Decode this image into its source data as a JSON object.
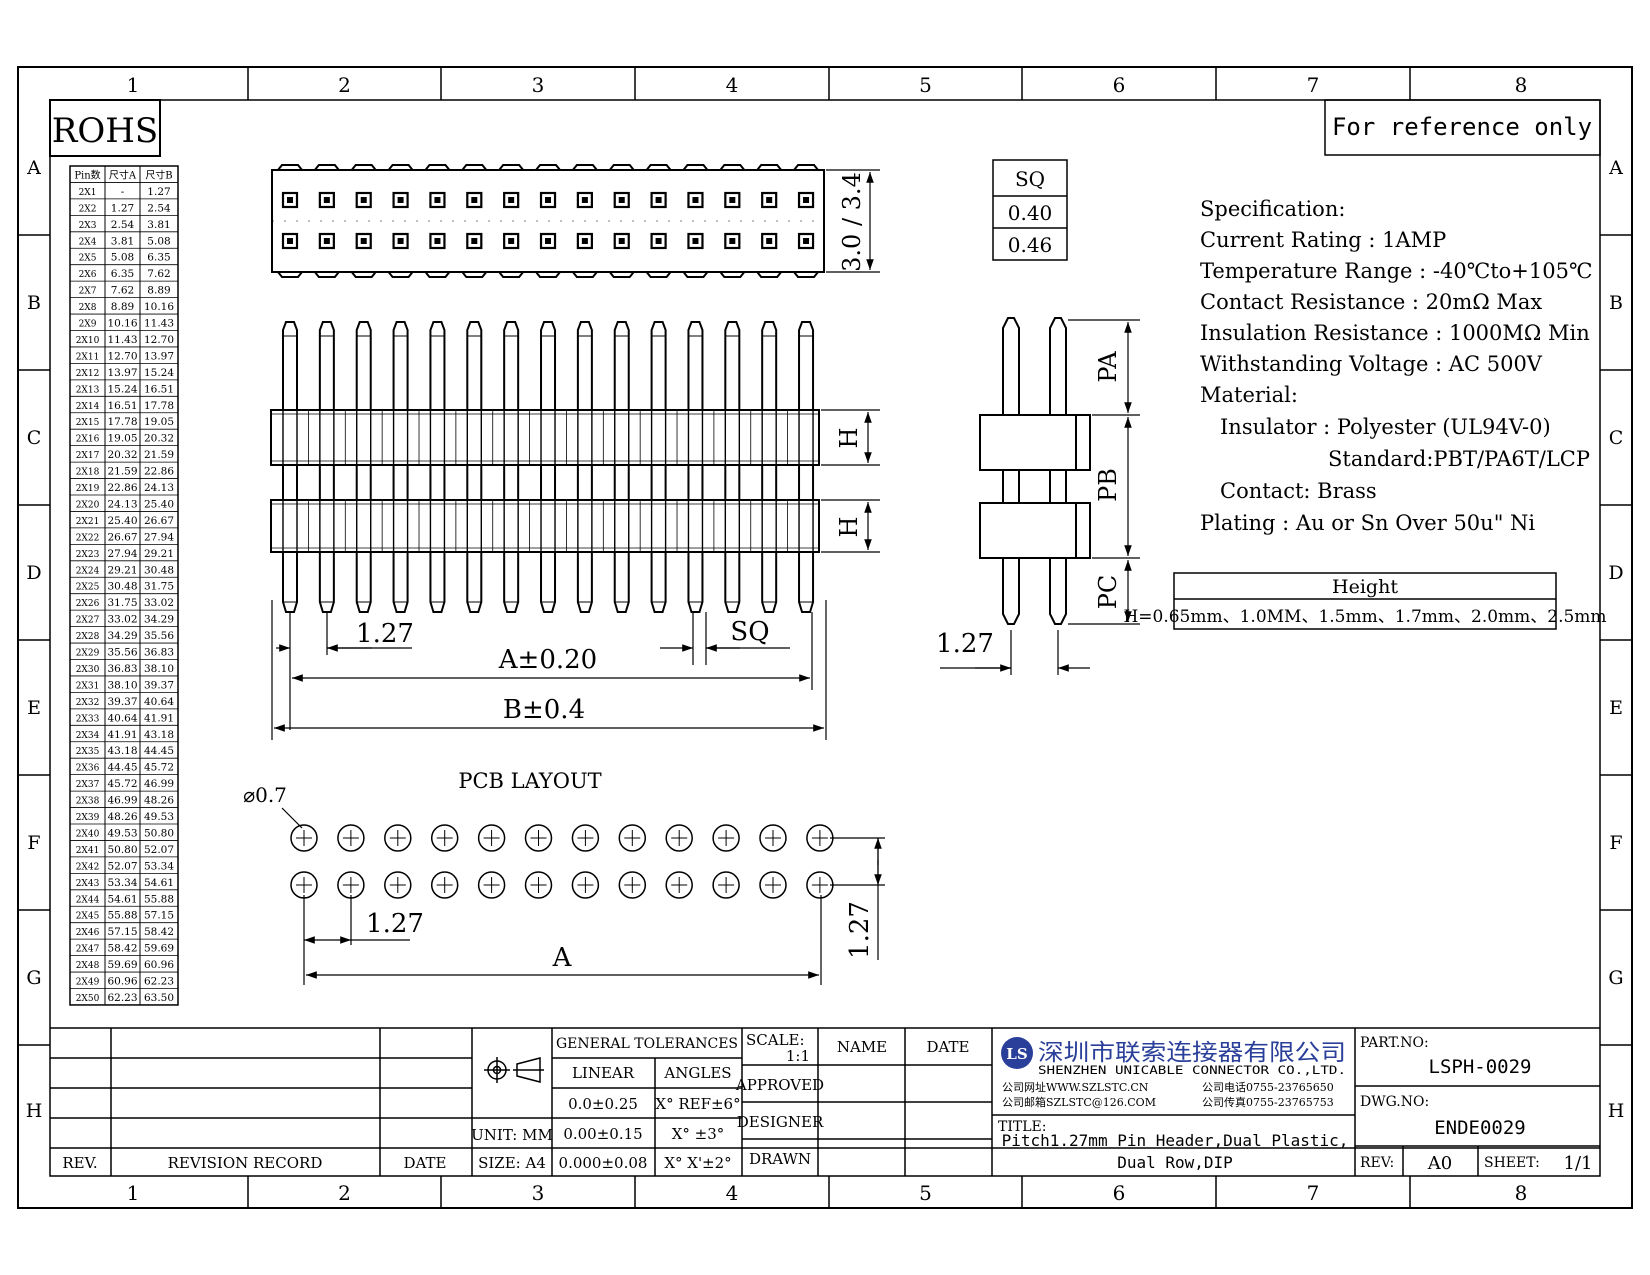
{
  "frame": {
    "columns": [
      "1",
      "2",
      "3",
      "4",
      "5",
      "6",
      "7",
      "8"
    ],
    "rows": [
      "A",
      "B",
      "C",
      "D",
      "E",
      "F",
      "G",
      "H"
    ]
  },
  "rohs": "ROHS",
  "reference_note": "For reference only",
  "pin_table": {
    "headers": [
      "Pin数",
      "尺寸A",
      "尺寸B"
    ],
    "rows": [
      [
        "2X1",
        "-",
        "1.27"
      ],
      [
        "2X2",
        "1.27",
        "2.54"
      ],
      [
        "2X3",
        "2.54",
        "3.81"
      ],
      [
        "2X4",
        "3.81",
        "5.08"
      ],
      [
        "2X5",
        "5.08",
        "6.35"
      ],
      [
        "2X6",
        "6.35",
        "7.62"
      ],
      [
        "2X7",
        "7.62",
        "8.89"
      ],
      [
        "2X8",
        "8.89",
        "10.16"
      ],
      [
        "2X9",
        "10.16",
        "11.43"
      ],
      [
        "2X10",
        "11.43",
        "12.70"
      ],
      [
        "2X11",
        "12.70",
        "13.97"
      ],
      [
        "2X12",
        "13.97",
        "15.24"
      ],
      [
        "2X13",
        "15.24",
        "16.51"
      ],
      [
        "2X14",
        "16.51",
        "17.78"
      ],
      [
        "2X15",
        "17.78",
        "19.05"
      ],
      [
        "2X16",
        "19.05",
        "20.32"
      ],
      [
        "2X17",
        "20.32",
        "21.59"
      ],
      [
        "2X18",
        "21.59",
        "22.86"
      ],
      [
        "2X19",
        "22.86",
        "24.13"
      ],
      [
        "2X20",
        "24.13",
        "25.40"
      ],
      [
        "2X21",
        "25.40",
        "26.67"
      ],
      [
        "2X22",
        "26.67",
        "27.94"
      ],
      [
        "2X23",
        "27.94",
        "29.21"
      ],
      [
        "2X24",
        "29.21",
        "30.48"
      ],
      [
        "2X25",
        "30.48",
        "31.75"
      ],
      [
        "2X26",
        "31.75",
        "33.02"
      ],
      [
        "2X27",
        "33.02",
        "34.29"
      ],
      [
        "2X28",
        "34.29",
        "35.56"
      ],
      [
        "2X29",
        "35.56",
        "36.83"
      ],
      [
        "2X30",
        "36.83",
        "38.10"
      ],
      [
        "2X31",
        "38.10",
        "39.37"
      ],
      [
        "2X32",
        "39.37",
        "40.64"
      ],
      [
        "2X33",
        "40.64",
        "41.91"
      ],
      [
        "2X34",
        "41.91",
        "43.18"
      ],
      [
        "2X35",
        "43.18",
        "44.45"
      ],
      [
        "2X36",
        "44.45",
        "45.72"
      ],
      [
        "2X37",
        "45.72",
        "46.99"
      ],
      [
        "2X38",
        "46.99",
        "48.26"
      ],
      [
        "2X39",
        "48.26",
        "49.53"
      ],
      [
        "2X40",
        "49.53",
        "50.80"
      ],
      [
        "2X41",
        "50.80",
        "52.07"
      ],
      [
        "2X42",
        "52.07",
        "53.34"
      ],
      [
        "2X43",
        "53.34",
        "54.61"
      ],
      [
        "2X44",
        "54.61",
        "55.88"
      ],
      [
        "2X45",
        "55.88",
        "57.15"
      ],
      [
        "2X46",
        "57.15",
        "58.42"
      ],
      [
        "2X47",
        "58.42",
        "59.69"
      ],
      [
        "2X48",
        "59.69",
        "60.96"
      ],
      [
        "2X49",
        "60.96",
        "62.23"
      ],
      [
        "2X50",
        "62.23",
        "63.50"
      ]
    ]
  },
  "top_view": {
    "pins_per_row": 15,
    "height_dim": "3.0 / 3.4"
  },
  "sq_table": {
    "header": "SQ",
    "values": [
      "0.40",
      "0.46"
    ]
  },
  "front_view": {
    "pins": 15,
    "dims": {
      "h": "H",
      "pitch": "1.27",
      "a": "A±0.20",
      "sq": "SQ",
      "b": "B±0.4"
    }
  },
  "side_view": {
    "dims": {
      "pa": "PA",
      "pb": "PB",
      "pc": "PC",
      "pitch": "1.27"
    }
  },
  "specification": {
    "lines": [
      "Specification:",
      "Current Rating : 1AMP",
      "Temperature Range : -40℃to+105℃",
      "Contact Resistance : 20mΩ Max",
      "Insulation Resistance : 1000MΩ Min",
      "Withstanding Voltage : AC 500V",
      "Material:",
      "Insulator : Polyester (UL94V-0)",
      "Standard:PBT/PA6T/LCP",
      "Contact: Brass",
      "Plating : Au or Sn Over 50u\" Ni"
    ]
  },
  "height_table": {
    "title": "Height",
    "value": "H=0.65mm、1.0MM、1.5mm、1.7mm、2.0mm、2.5mm"
  },
  "pcb_layout": {
    "title": "PCB LAYOUT",
    "hole_dia": "⌀0.7",
    "holes_per_row": 12,
    "dims": {
      "pitch_x": "1.27",
      "pitch_y": "1.27",
      "a": "A"
    }
  },
  "title_block": {
    "rev_label": "REV.",
    "revision_record_label": "REVISION RECORD",
    "date_label": "DATE",
    "general_tolerances": "GENERAL TOLERANCES",
    "linear": "LINEAR",
    "angles": "ANGLES",
    "tol_rows": [
      [
        "0.0±0.25",
        "X° REF±6°"
      ],
      [
        "0.00±0.15",
        "X° ±3°"
      ],
      [
        "0.000±0.08",
        "X° X'±2°"
      ]
    ],
    "unit": "UNIT: MM",
    "size": "SIZE: A4",
    "scale_label": "SCALE:",
    "scale_value": "1:1",
    "name_label": "NAME",
    "date_label2": "DATE",
    "approved": "APPROVED",
    "designer": "DESIGNER",
    "drawn": "DRAWN",
    "company_cn": "深圳市联索连接器有限公司",
    "company_en": "SHENZHEN UNICABLE CONNECTOR CO.,LTD.",
    "logo_text": "LS",
    "contact_1": "公司网址WWW.SZLSTC.CN",
    "contact_2": "公司邮箱SZLSTC@126.COM",
    "contact_3": "公司电话0755-23765650",
    "contact_4": "公司传真0755-23765753",
    "title_label": "TITLE:",
    "title_line1": "Pitch1.27mm Pin Header,Dual Plastic,",
    "title_line2": "Dual Row,DIP",
    "part_no_label": "PART.NO:",
    "part_no": "LSPH-0029",
    "dwg_no_label": "DWG.NO:",
    "dwg_no": "ENDE0029",
    "rev_label2": "REV:",
    "rev_value": "A0",
    "sheet_label": "SHEET:",
    "sheet_value": "1/1"
  },
  "colors": {
    "ink": "#000000",
    "logo_blue": "#2a3f99",
    "paper": "#ffffff"
  }
}
